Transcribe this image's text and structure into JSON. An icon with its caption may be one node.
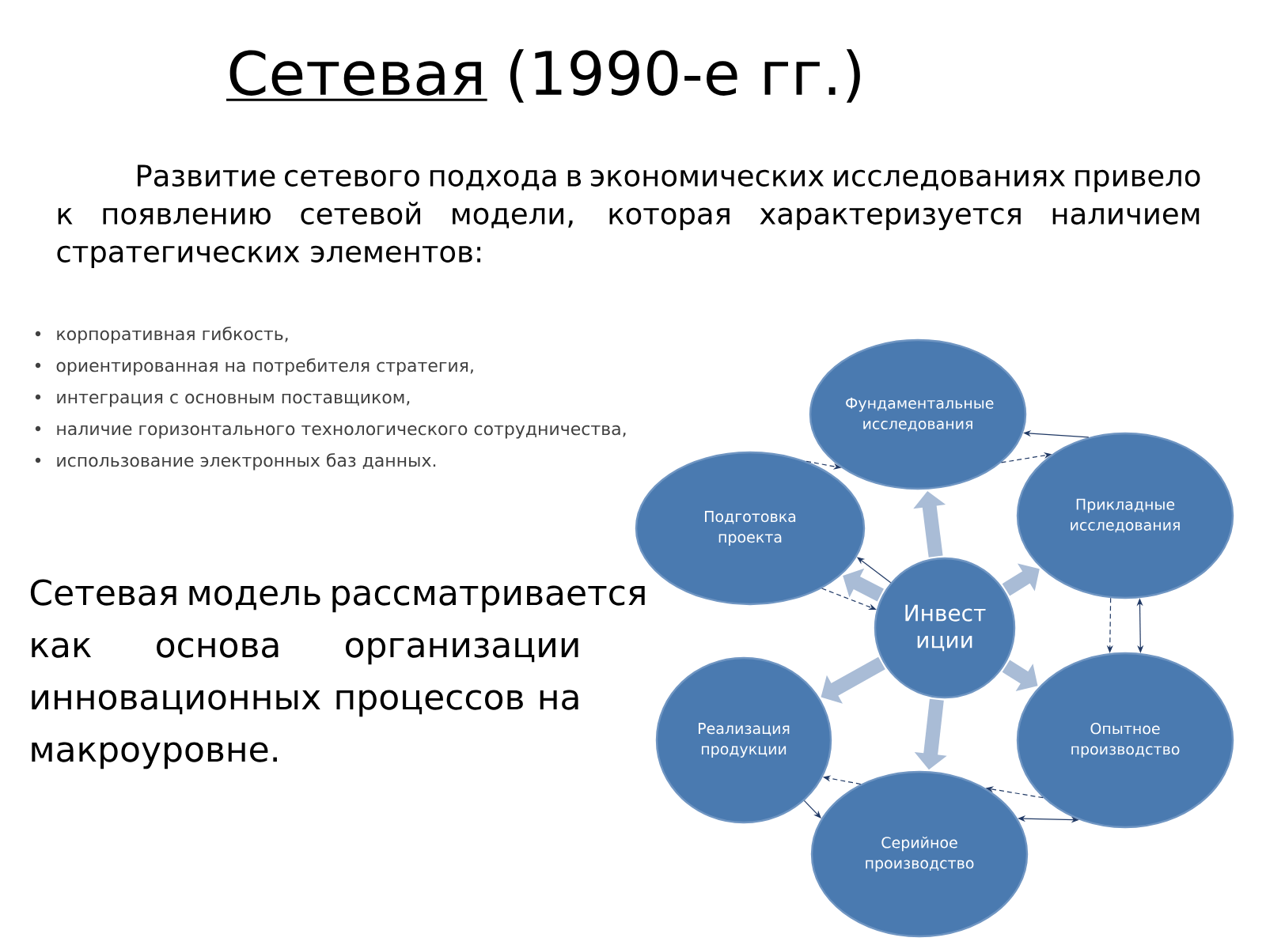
{
  "diagram": {
    "title": "Сетевая (1990-е гг.)",
    "nodes": [
      {
        "text": [
          "Фундаментальные исследования"
        ]
      },
      {
        "text": [
          "Подготовка проекта"
        ]
      },
      {
        "text": [
          "Прикладные исследования"
        ]
      },
      {
        "text": [
          "Инвест иции"
        ]
      },
      {
        "text": [
          "Реализация продукции"
        ]
      },
      {
        "text": [
          "Опытное производство"
        ]
      },
      {
        "text": [
          "Серийное производство"
        ]
      }
    ],
    "edges": [
      {
        "from": 1,
        "to": 0,
        "arrow": "to",
        "style": "dashed"
      },
      {
        "from": 0,
        "to": 2,
        "arrow": "to",
        "style": "dashed"
      },
      {
        "from": 2,
        "to": 0,
        "arrow": "to"
      },
      {
        "from": 3,
        "to": 1,
        "arrow": "to"
      },
      {
        "from": 1,
        "to": 3,
        "arrow": "to",
        "style": "dashed"
      },
      {
        "from": 2,
        "to": 5,
        "arrow": "to",
        "style": "dashed"
      },
      {
        "from": 2,
        "to": 5,
        "arrow": "both"
      },
      {
        "from": 5,
        "to": 6,
        "arrow": "to",
        "style": "dashed"
      },
      {
        "from": 6,
        "to": 5,
        "arrow": "both"
      },
      {
        "from": 4,
        "to": 6,
        "arrow": "to"
      },
      {
        "from": 6,
        "to": 4,
        "arrow": "to",
        "style": "dashed"
      },
      {
        "from": 3,
        "to": 0,
        "arrow": "to",
        "style": "thick",
        "color": "#a9bcd6"
      },
      {
        "from": 3,
        "to": 1,
        "arrow": "to",
        "style": "thick",
        "color": "#a9bcd6"
      },
      {
        "from": 3,
        "to": 2,
        "arrow": "to",
        "style": "thick",
        "color": "#a9bcd6"
      },
      {
        "from": 3,
        "to": 4,
        "arrow": "to",
        "style": "thick",
        "color": "#a9bcd6"
      },
      {
        "from": 3,
        "to": 5,
        "arrow": "to",
        "style": "thick",
        "color": "#a9bcd6"
      },
      {
        "from": 3,
        "to": 6,
        "arrow": "to",
        "style": "thick",
        "color": "#a9bcd6"
      }
    ],
    "labels": [
      "Развитие сетевого подхода в экономических исследованиях привело к появлению сетевой модели, которая характеризуется наличием стратегических элементов:",
      "корпоративная гибкость,",
      "ориентированная на потребителя стратегия,",
      "интеграция с основным поставщиком,",
      "наличие горизонтального технологического сотрудничества,",
      "использование электронных баз данных.",
      "Сетевая модель рассматривается как основа организации инновационных процессов на макроуровне."
    ]
  }
}
